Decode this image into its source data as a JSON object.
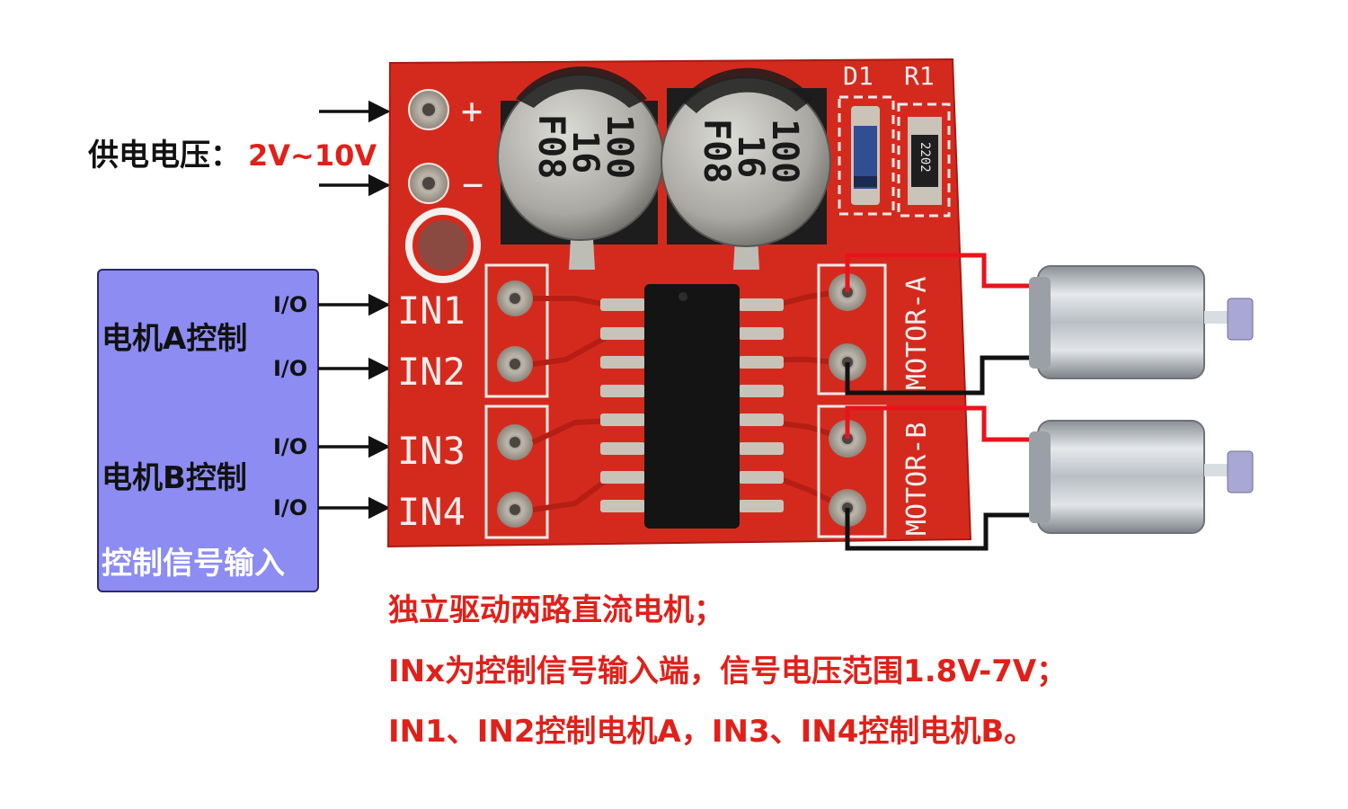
{
  "supply": {
    "label": "供电电压：",
    "value": "2V~10V",
    "plus": "+",
    "minus": "−"
  },
  "control_box": {
    "motor_a": "电机A控制",
    "motor_b": "电机B控制",
    "signal_input": "控制信号输入",
    "io_labels": [
      "I/O",
      "I/O",
      "I/O",
      "I/O"
    ]
  },
  "board": {
    "inputs": [
      "IN1",
      "IN2",
      "IN3",
      "IN4"
    ],
    "motor_a": "MOTOR-A",
    "motor_b": "MOTOR-B",
    "d1": "D1",
    "r1": "R1",
    "resistor_code": "2202",
    "capacitors": [
      {
        "lines": [
          "100",
          "16",
          "F08"
        ]
      },
      {
        "lines": [
          "100",
          "16",
          "F08"
        ]
      }
    ]
  },
  "notes": [
    "独立驱动两路直流电机；",
    "INx为控制信号输入端，信号电压范围1.8V-7V；",
    "IN1、IN2控制电机A，IN3、IN4控制电机B。"
  ],
  "colors": {
    "pcb": "#d42a1e",
    "control_box": "#8c8cf2",
    "annotation_red": "#e0201a",
    "wire_red": "#e8141c",
    "wire_black": "#111111"
  }
}
